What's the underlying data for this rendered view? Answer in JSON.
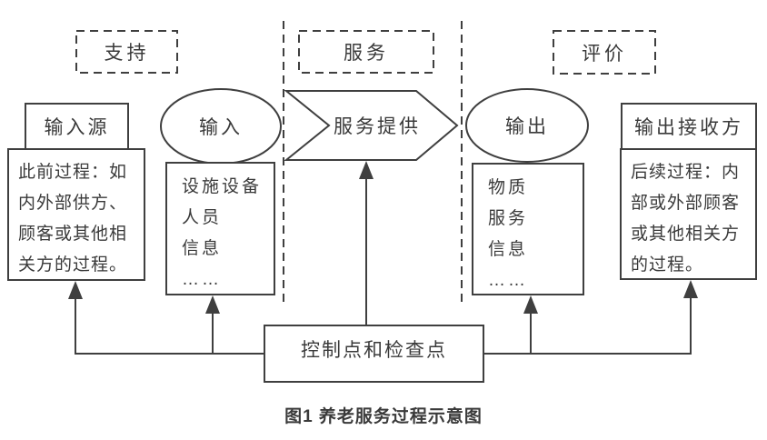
{
  "colors": {
    "line": "#3f3f3f",
    "text": "#3a3a3a",
    "background": "#ffffff"
  },
  "lanes": {
    "support_label": "支持",
    "service_label": "服务",
    "evaluation_label": "评价"
  },
  "nodes": {
    "input_source": {
      "title": "输入源",
      "body": "此前过程：如\n内外部供方、\n顾客或其他相\n关方的过程。"
    },
    "input": {
      "label": "输入",
      "items": "设施设备\n人员\n信息\n……"
    },
    "service_provision": {
      "label": "服务提供"
    },
    "output": {
      "label": "输出",
      "items": "物质\n服务\n信息\n……"
    },
    "output_receiver": {
      "title": "输出接收方",
      "body": "后续过程：内\n部或外部顾客\n或其他相关方\n的过程。"
    },
    "control": {
      "label": "控制点和检查点"
    }
  },
  "caption": "图1 养老服务过程示意图"
}
